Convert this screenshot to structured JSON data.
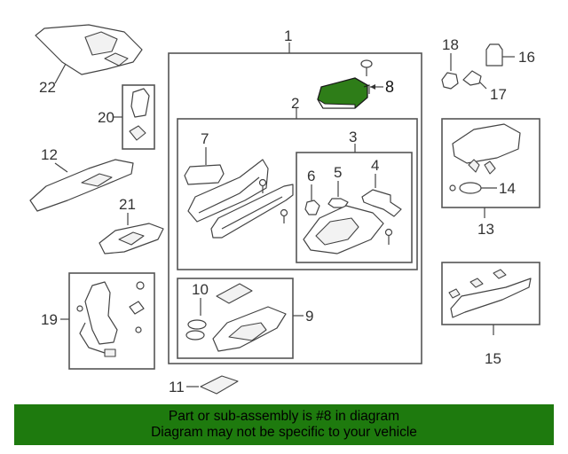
{
  "callouts": {
    "c1": "1",
    "c2": "2",
    "c3": "3",
    "c4": "4",
    "c5": "5",
    "c6": "6",
    "c7": "7",
    "c8": "8",
    "c9": "9",
    "c10": "10",
    "c11": "11",
    "c12": "12",
    "c13": "13",
    "c14": "14",
    "c15": "15",
    "c16": "16",
    "c17": "17",
    "c18": "18",
    "c19": "19",
    "c20": "20",
    "c21": "21",
    "c22": "22"
  },
  "highlighted_part": "8",
  "colors": {
    "highlight_fill": "#2e7d18",
    "banner": "#1e7a0e"
  },
  "banner": {
    "line1": "Part or sub-assembly is #8 in diagram",
    "line2": "Diagram may not be specific to your vehicle"
  }
}
